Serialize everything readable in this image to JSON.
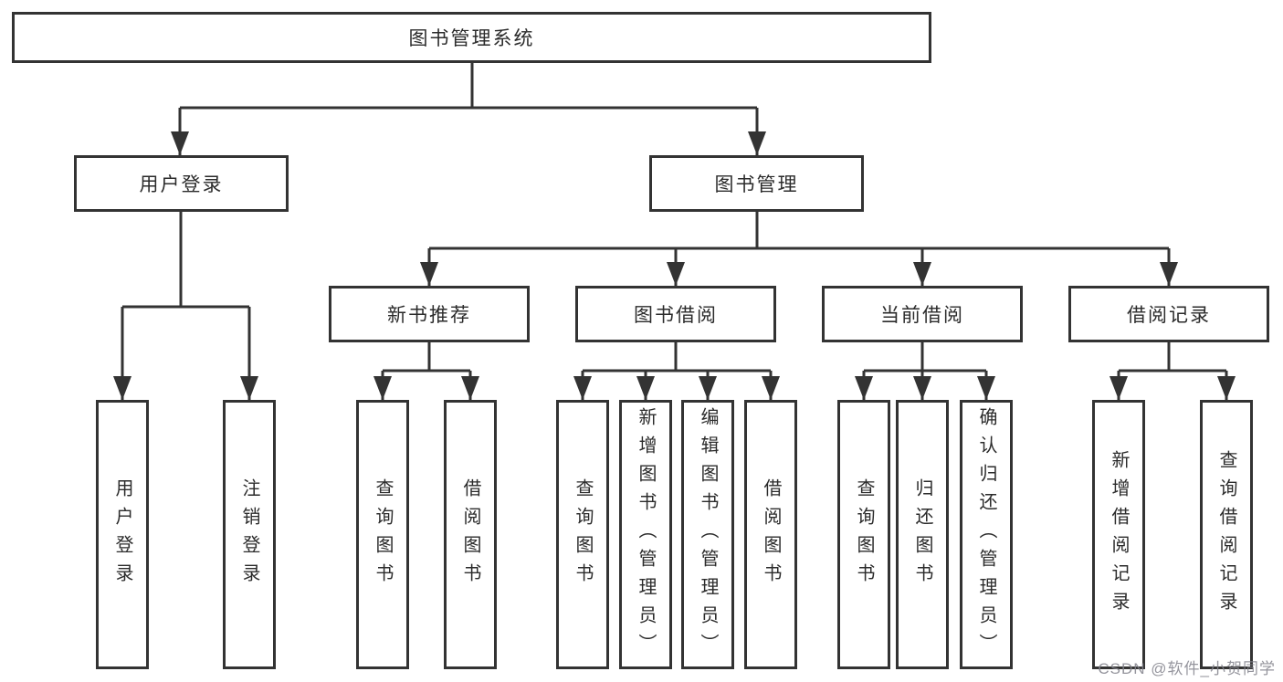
{
  "diagram": {
    "title": "图书管理系统",
    "branches": [
      {
        "label": "用户登录",
        "children": [
          {
            "label": "用户登录"
          },
          {
            "label": "注销登录"
          }
        ]
      },
      {
        "label": "图书管理",
        "children": [
          {
            "label": "新书推荐",
            "children": [
              {
                "label": "查询图书"
              },
              {
                "label": "借阅图书"
              }
            ]
          },
          {
            "label": "图书借阅",
            "children": [
              {
                "label": "查询图书"
              },
              {
                "label": "新增图书（管理员）"
              },
              {
                "label": "编辑图书（管理员）"
              },
              {
                "label": "借阅图书"
              }
            ]
          },
          {
            "label": "当前借阅",
            "children": [
              {
                "label": "查询图书"
              },
              {
                "label": "归还图书"
              },
              {
                "label": "确认归还（管理员）"
              }
            ]
          },
          {
            "label": "借阅记录",
            "children": [
              {
                "label": "新增借阅记录"
              },
              {
                "label": "查询借阅记录"
              }
            ]
          }
        ]
      }
    ]
  },
  "watermark": "CSDN @软件_小贺同学",
  "colors": {
    "line": "#333333",
    "box_border": "#333333",
    "box_background": "#ffffff",
    "text": "#2b2b2b",
    "watermark": "#82838c",
    "page_background": "#ffffff"
  }
}
